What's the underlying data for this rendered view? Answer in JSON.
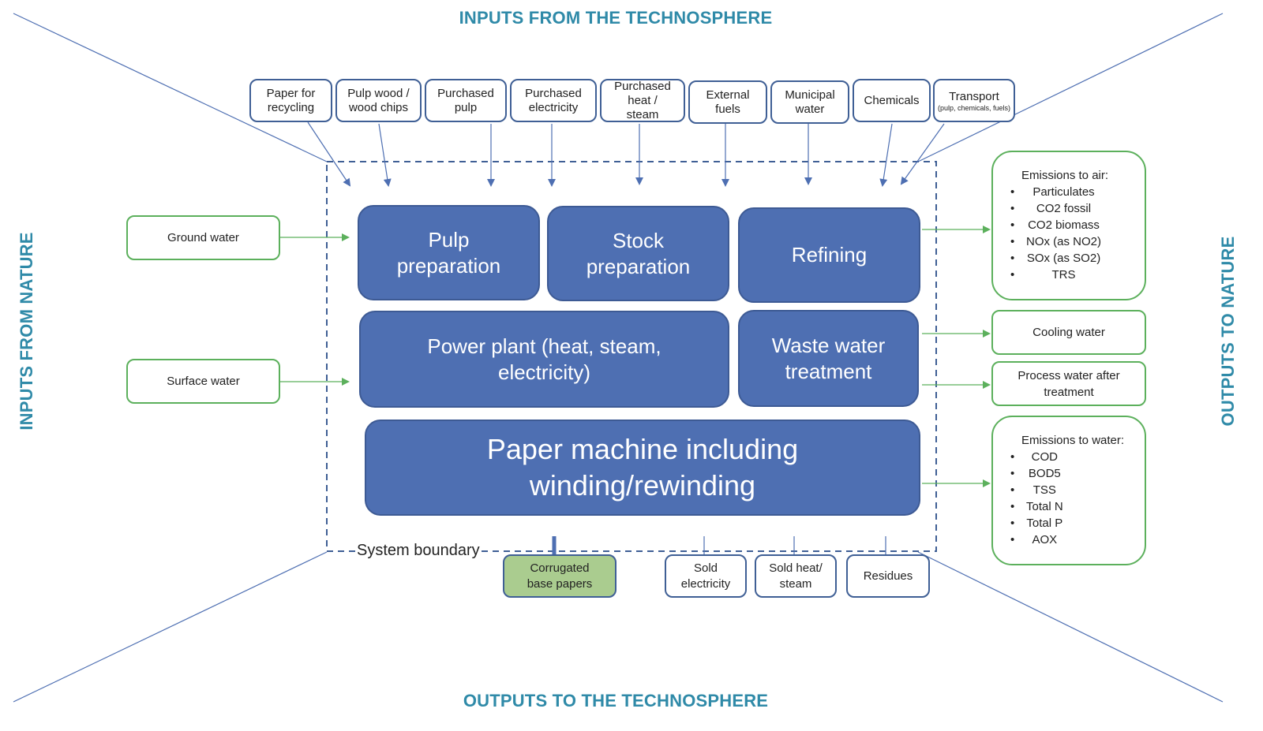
{
  "headings": {
    "top": "INPUTS FROM THE TECHNOSPHERE",
    "bottom": "OUTPUTS TO THE TECHNOSPHERE",
    "left": "INPUTS FROM NATURE",
    "right": "OUTPUTS TO NATURE"
  },
  "colors": {
    "heading": "#2f8aa8",
    "process_fill": "#4e6fb2",
    "technosphere_border": "#3f5f95",
    "nature_border": "#5cb05c",
    "main_product_fill": "#aacc8f"
  },
  "inputs_technosphere": [
    {
      "line1": "Paper for",
      "line2": "recycling"
    },
    {
      "line1": "Pulp wood /",
      "line2": "wood chips"
    },
    {
      "line1": "Purchased",
      "line2": "pulp"
    },
    {
      "line1": "Purchased",
      "line2": "electricity"
    },
    {
      "line1": "Purchased",
      "line2": "heat /",
      "line3": "steam"
    },
    {
      "line1": "External",
      "line2": "fuels"
    },
    {
      "line1": "Municipal",
      "line2": "water"
    },
    {
      "line1": "Chemicals"
    },
    {
      "line1": "Transport",
      "note": "(pulp, chemicals, fuels)"
    }
  ],
  "inputs_nature": [
    {
      "label": "Ground water"
    },
    {
      "label": "Surface water"
    }
  ],
  "processes": [
    {
      "line1": "Pulp",
      "line2": "preparation"
    },
    {
      "line1": "Stock",
      "line2": "preparation"
    },
    {
      "line1": "Refining"
    },
    {
      "line1": "Power plant (heat, steam,",
      "line2": "electricity)"
    },
    {
      "line1": "Waste water",
      "line2": "treatment"
    },
    {
      "line1": "Paper machine including",
      "line2": "winding/rewinding"
    }
  ],
  "outputs_nature": {
    "air": {
      "title": "Emissions to air:",
      "items": [
        "Particulates",
        "CO2 fossil",
        "CO2 biomass",
        "NOx (as NO2)",
        "SOx (as SO2)",
        "TRS"
      ]
    },
    "cooling": {
      "label": "Cooling water"
    },
    "process_water": {
      "line1": "Process water after",
      "line2": "treatment"
    },
    "water": {
      "title": "Emissions to water:",
      "items": [
        "COD",
        "BOD5",
        "TSS",
        "Total N",
        "Total P",
        "AOX"
      ]
    }
  },
  "system_boundary_label": "System boundary",
  "outputs_technosphere": [
    {
      "line1": "Corrugated",
      "line2": "base papers"
    },
    {
      "line1": "Sold",
      "line2": "electricity"
    },
    {
      "line1": "Sold heat/",
      "line2": "steam"
    },
    {
      "line1": "Residues"
    }
  ]
}
